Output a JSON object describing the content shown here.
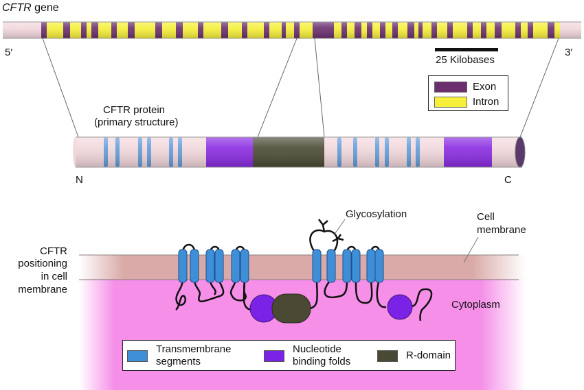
{
  "gene": {
    "title_italic": "CFTR",
    "title_rest": " gene",
    "five_prime": "5′",
    "three_prime": "3′",
    "scale_label": "25 Kilobases",
    "legend": [
      {
        "label": "Exon",
        "color": "#6b2f6e"
      },
      {
        "label": "Intron",
        "color": "#f6f03a"
      }
    ]
  },
  "protein": {
    "title_line1": "CFTR protein",
    "title_line2": "(primary structure)",
    "n_label": "N",
    "c_label": "C"
  },
  "membrane": {
    "side_label": [
      "CFTR",
      "positioning",
      "in cell",
      "membrane"
    ],
    "glycosylation_label": "Glycosylation",
    "cell_membrane_label": [
      "Cell",
      "membrane"
    ],
    "cytoplasm_label": "Cytoplasm"
  },
  "legend": [
    {
      "label_line1": "Transmembrane",
      "label_line2": "segments",
      "color": "#3f8fd8"
    },
    {
      "label_line1": "Nucleotide",
      "label_line2": "binding folds",
      "color": "#7a22e6"
    },
    {
      "label_line1": "R-domain",
      "label_line2": "",
      "color": "#4a4a34"
    }
  ],
  "colors": {
    "exon": "#6b2f6e",
    "intron": "#f6f03a",
    "protein_body": "#f2d8dc",
    "transmembrane": "#3f8fd8",
    "nbf": "#8a2be2",
    "r_domain": "#4a4a34",
    "membrane_band": "#d9aaa8",
    "cytoplasm": "#f58fe8"
  }
}
